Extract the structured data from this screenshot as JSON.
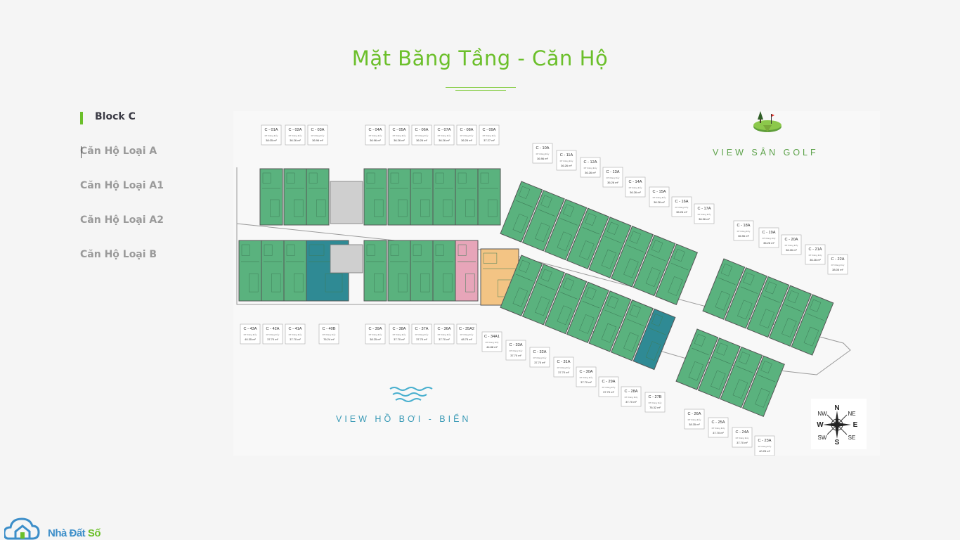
{
  "page": {
    "title": "Mặt Băng Tầng - Căn Hộ"
  },
  "nav": {
    "items": [
      {
        "label": "Block C",
        "active": true
      },
      {
        "label": "Căn Hộ Loại A",
        "active": false
      },
      {
        "label": "Căn Hộ Loại A1",
        "active": false
      },
      {
        "label": "Căn Hộ Loại A2",
        "active": false
      },
      {
        "label": "Căn Hộ Loại B",
        "active": false
      }
    ]
  },
  "plan": {
    "view_golf": "VIEW SÂN GOLF",
    "view_sea": "VIEW HỒ BƠI - BIỂN",
    "unit_sub": "DT thông thủy",
    "colors": {
      "type_a": "#5ab27e",
      "type_a1": "#f3c484",
      "type_a2": "#e7a5b9",
      "type_b": "#2f8a94",
      "core": "#cfcfcf"
    },
    "units_top": [
      {
        "code": "C - 01A",
        "area": "38.05 m²",
        "type": "type_a"
      },
      {
        "code": "C - 02A",
        "area": "36.26 m²",
        "type": "type_a"
      },
      {
        "code": "C - 03A",
        "area": "36.96 m²",
        "type": "type_a"
      },
      {
        "code": "C - 04A",
        "area": "36.96 m²",
        "type": "type_a"
      },
      {
        "code": "C - 05A",
        "area": "36.26 m²",
        "type": "type_a"
      },
      {
        "code": "C - 06A",
        "area": "36.26 m²",
        "type": "type_a"
      },
      {
        "code": "C - 07A",
        "area": "36.26 m²",
        "type": "type_a"
      },
      {
        "code": "C - 08A",
        "area": "36.26 m²",
        "type": "type_a"
      },
      {
        "code": "C - 09A",
        "area": "37.27 m²",
        "type": "type_a"
      }
    ],
    "units_bottom": [
      {
        "code": "C - 43A",
        "area": "40.35 m²",
        "type": "type_a"
      },
      {
        "code": "C - 42A",
        "area": "37.70 m²",
        "type": "type_a"
      },
      {
        "code": "C - 41A",
        "area": "37.70 m²",
        "type": "type_a"
      },
      {
        "code": "C - 40B",
        "area": "76.24 m²",
        "type": "type_b"
      },
      {
        "code": "C - 39A",
        "area": "38.25 m²",
        "type": "type_a"
      },
      {
        "code": "C - 38A",
        "area": "37.70 m²",
        "type": "type_a"
      },
      {
        "code": "C - 37A",
        "area": "37.70 m²",
        "type": "type_a"
      },
      {
        "code": "C - 36A",
        "area": "37.70 m²",
        "type": "type_a"
      },
      {
        "code": "C - 35A2",
        "area": "48.75 m²",
        "type": "type_a2"
      }
    ],
    "units_upper_diag": [
      {
        "code": "C - 10A",
        "area": "36.96 m²"
      },
      {
        "code": "C - 11A",
        "area": "36.26 m²"
      },
      {
        "code": "C - 12A",
        "area": "36.26 m²"
      },
      {
        "code": "C - 13A",
        "area": "36.26 m²"
      },
      {
        "code": "C - 14A",
        "area": "36.26 m²"
      },
      {
        "code": "C - 15A",
        "area": "36.26 m²"
      },
      {
        "code": "C - 16A",
        "area": "36.26 m²"
      },
      {
        "code": "C - 17A",
        "area": "36.96 m²"
      },
      {
        "code": "C - 18A",
        "area": "36.96 m²"
      },
      {
        "code": "C - 19A",
        "area": "36.26 m²"
      },
      {
        "code": "C - 20A",
        "area": "36.26 m²"
      },
      {
        "code": "C - 21A",
        "area": "36.26 m²"
      },
      {
        "code": "C - 22A",
        "area": "38.05 m²"
      }
    ],
    "units_lower_diag": [
      {
        "code": "C - 34A1",
        "area": "44.88 m²"
      },
      {
        "code": "C - 33A",
        "area": "37.70 m²"
      },
      {
        "code": "C - 32A",
        "area": "37.70 m²"
      },
      {
        "code": "C - 31A",
        "area": "37.70 m²"
      },
      {
        "code": "C - 30A",
        "area": "37.70 m²"
      },
      {
        "code": "C - 29A",
        "area": "37.70 m²"
      },
      {
        "code": "C - 28A",
        "area": "37.70 m²"
      },
      {
        "code": "C - 27B",
        "area": "76.32 m²"
      },
      {
        "code": "C - 26A",
        "area": "38.35 m²"
      },
      {
        "code": "C - 25A",
        "area": "37.70 m²"
      },
      {
        "code": "C - 24A",
        "area": "37.70 m²"
      },
      {
        "code": "C - 23A",
        "area": "40.25 m²"
      }
    ]
  },
  "compass": {
    "n": "N",
    "s": "S",
    "e": "E",
    "w": "W",
    "ne": "NE",
    "nw": "NW",
    "se": "SE",
    "sw": "SW"
  },
  "logo": {
    "text_main": "Nhà Đất",
    "text_accent": "Số"
  }
}
